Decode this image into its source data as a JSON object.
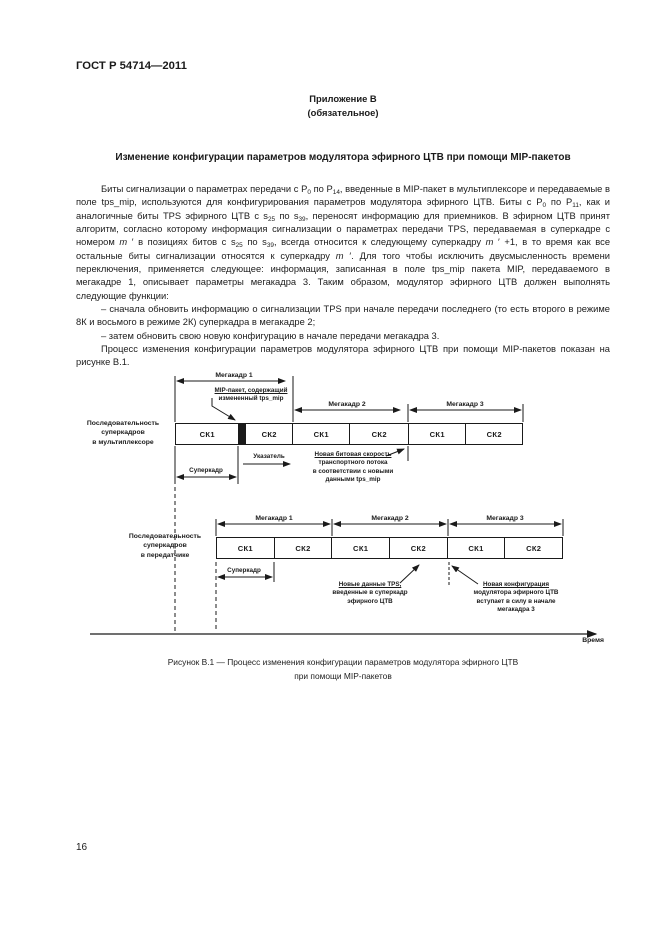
{
  "page": {
    "doc_number": "ГОСТ Р 54714—2011",
    "page_number": "16"
  },
  "annex": {
    "name": "Приложение В",
    "type": "(обязательное)"
  },
  "title": "Изменение конфигурации параметров модулятора эфирного ЦТВ при помощи MIP-пакетов",
  "paragraphs": [
    "Биты сигнализации о параметрах передачи с P~0~ по P~14~, введенные в MIP-пакет в мультиплексоре и передаваемые в поле tps_mip, используются для конфигурирования параметров модулятора эфирного ЦТВ. Биты с P~0~ по P~11~, как и аналогичные биты TPS эфирного ЦТВ с s~25~ по s~39~, переносят информацию для приемников. В эфирном ЦТВ принят алгоритм, согласно которому информация сигнализации о параметрах передачи TPS, передаваемая в суперкадре с номером *m* ′ в позициях битов с s~25~ по s~39~, всегда относится к следующему суперкадру *m* ′ +1, в то время как все остальные биты сигнализации относятся к суперкадру *m* ′. Для того чтобы исключить двусмысленность времени переключения, применяется следующее: информация, записанная в поле tps_mip пакета MIP, передаваемого в мегакадре 1, описывает параметры мегакадра 3. Таким образом, модулятор эфирного ЦТВ должен выполнять следующие функции:",
    "– сначала обновить информацию о сигнализации TPS при начале передачи последнего (то есть второго в режиме 8К и восьмого в режиме 2К) суперкадра в мегакадре 2;",
    "– затем обновить свою новую конфигурацию в начале передачи мегакадра 3.",
    "Процесс изменения конфигурации параметров модулятора эфирного ЦТВ при помощи MIP-пакетов показан на рисунке В.1."
  ],
  "figure": {
    "megaframes": [
      "Мегакадр 1",
      "Мегакадр 2",
      "Мегакадр 3"
    ],
    "rows": [
      {
        "label_lines": [
          "Последовательность",
          "суперкадров",
          "в мультиплексоре"
        ],
        "cells": [
          "СК1",
          "СК2",
          "СК1",
          "СК2",
          "СК1",
          "СК2"
        ]
      },
      {
        "label_lines": [
          "Последовательность",
          "суперкадров",
          "в передатчике"
        ],
        "cells": [
          "СК1",
          "СК2",
          "СК1",
          "СК2",
          "СК1",
          "СК2"
        ]
      }
    ],
    "mip_note": {
      "head": "MIP-пакет, содержащий",
      "rest": [
        "измененный tps_mip"
      ]
    },
    "pointer_label": "Указатель",
    "superframe_label": "Суперкадр",
    "bitrate_note": {
      "head": "Новая битовая скорость",
      "rest": [
        "транспортного потока",
        "в соответствии с новыми",
        "данными tps_mip"
      ]
    },
    "tps_note": {
      "head": "Новые данные TPS,",
      "rest": [
        "введенные в суперкадр",
        "эфирного ЦТВ"
      ]
    },
    "config_note": {
      "head": "Новая конфигурация",
      "rest": [
        "модулятора эфирного ЦТВ",
        "вступает в силу в начале",
        "мегакадра 3"
      ]
    },
    "time_label": "Время"
  },
  "caption": {
    "line1": "Рисунок В.1 — Процесс изменения конфигурации параметров модулятора эфирного ЦТВ",
    "line2": "при помощи MIP-пакетов"
  },
  "ink_color": "#1a1a1a"
}
